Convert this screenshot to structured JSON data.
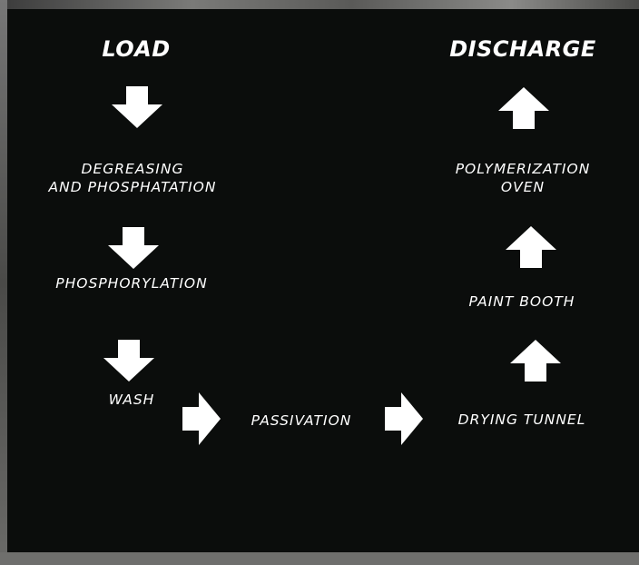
{
  "flow": {
    "load_label": "LOAD",
    "discharge_label": "DISCHARGE",
    "steps": {
      "degreasing": "DEGREASING\nAND PHOSPHATATION",
      "phosphorylation": "PHOSPHORYLATION",
      "wash": "WASH",
      "passivation": "PASSIVATION",
      "drying_tunnel": "DRYING TUNNEL",
      "paint_booth": "PAINT BOOTH",
      "polymerization_oven": "POLYMERIZATION\nOVEN"
    }
  },
  "colors": {
    "panel_background": "#0b0d0c",
    "text": "#ffffff",
    "arrow": "#ffffff"
  },
  "icons": {
    "down_arrow": "arrow-down-icon",
    "up_arrow": "arrow-up-icon",
    "right_arrow": "arrow-right-icon"
  }
}
